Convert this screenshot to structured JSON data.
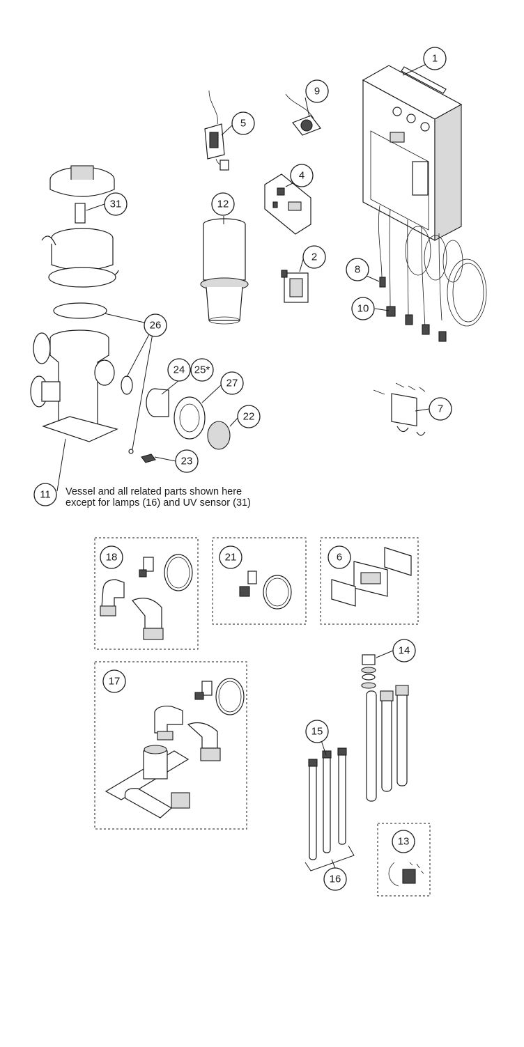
{
  "callouts": {
    "c1": "1",
    "c2": "2",
    "c4": "4",
    "c5": "5",
    "c6": "6",
    "c7": "7",
    "c8": "8",
    "c9": "9",
    "c10": "10",
    "c11": "11",
    "c12": "12",
    "c13": "13",
    "c14": "14",
    "c15": "15",
    "c16": "16",
    "c17": "17",
    "c18": "18",
    "c21": "21",
    "c22": "22",
    "c23": "23",
    "c24": "24",
    "c25": "25*",
    "c26": "26",
    "c27": "27",
    "c31": "31"
  },
  "note": {
    "line1": "Vessel and all related parts shown here",
    "line2": "except for lamps (16) and UV sensor (31)"
  }
}
